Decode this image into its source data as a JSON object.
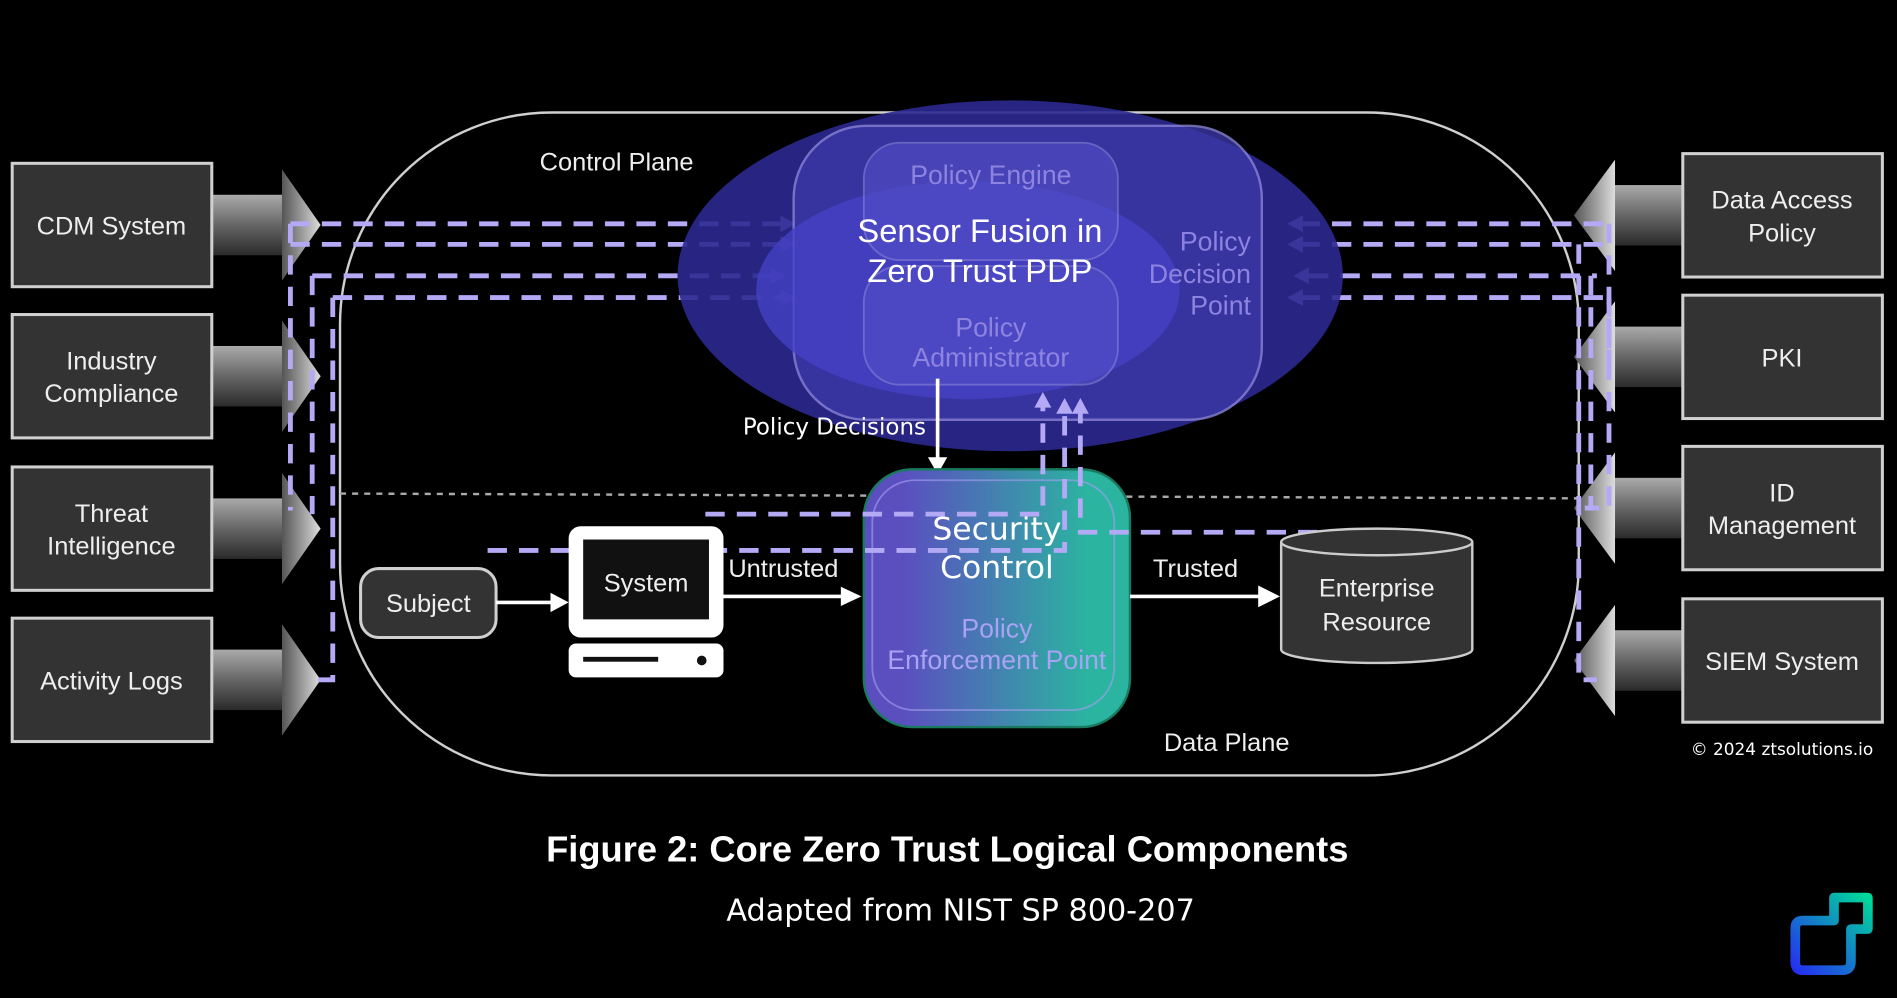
{
  "diagram": {
    "inputs_left": [
      "CDM System",
      "Industry|Compliance",
      "Threat|Intelligence",
      "Activity Logs"
    ],
    "inputs_right": [
      "Data Access|Policy",
      "PKI",
      "ID|Management",
      "SIEM System"
    ],
    "control_plane_label": "Control Plane",
    "data_plane_label": "Data Plane",
    "pdp": {
      "overlay_title_line1": "Sensor Fusion in",
      "overlay_title_line2": "Zero Trust PDP",
      "policy_engine": "Policy Engine",
      "policy_administrator_line1": "Policy",
      "policy_administrator_line2": "Administrator",
      "pdp_label_line1": "Policy",
      "pdp_label_line2": "Decision",
      "pdp_label_line3": "Point"
    },
    "policy_decisions_label": "Policy Decisions",
    "subject": "Subject",
    "system": "System",
    "untrusted": "Untrusted",
    "trusted": "Trusted",
    "pep": {
      "overlay_line1": "Security",
      "overlay_line2": "Control",
      "underlying": "Policy Enforcement Point"
    },
    "resource_line1": "Enterprise",
    "resource_line2": "Resource",
    "copyright": "© 2024 ztsolutions.io",
    "colors": {
      "dashed_flow": "#b3a9f5",
      "pdp_ellipse": "#2b2890",
      "pep_start": "#5b4fc0",
      "pep_end": "#2bb5a0"
    }
  },
  "caption": {
    "title": "Figure 2: Core Zero Trust Logical Components",
    "subtitle": "Adapted from NIST SP 800-207"
  },
  "logo": {
    "icon": "ztsolutions-logo-icon"
  }
}
